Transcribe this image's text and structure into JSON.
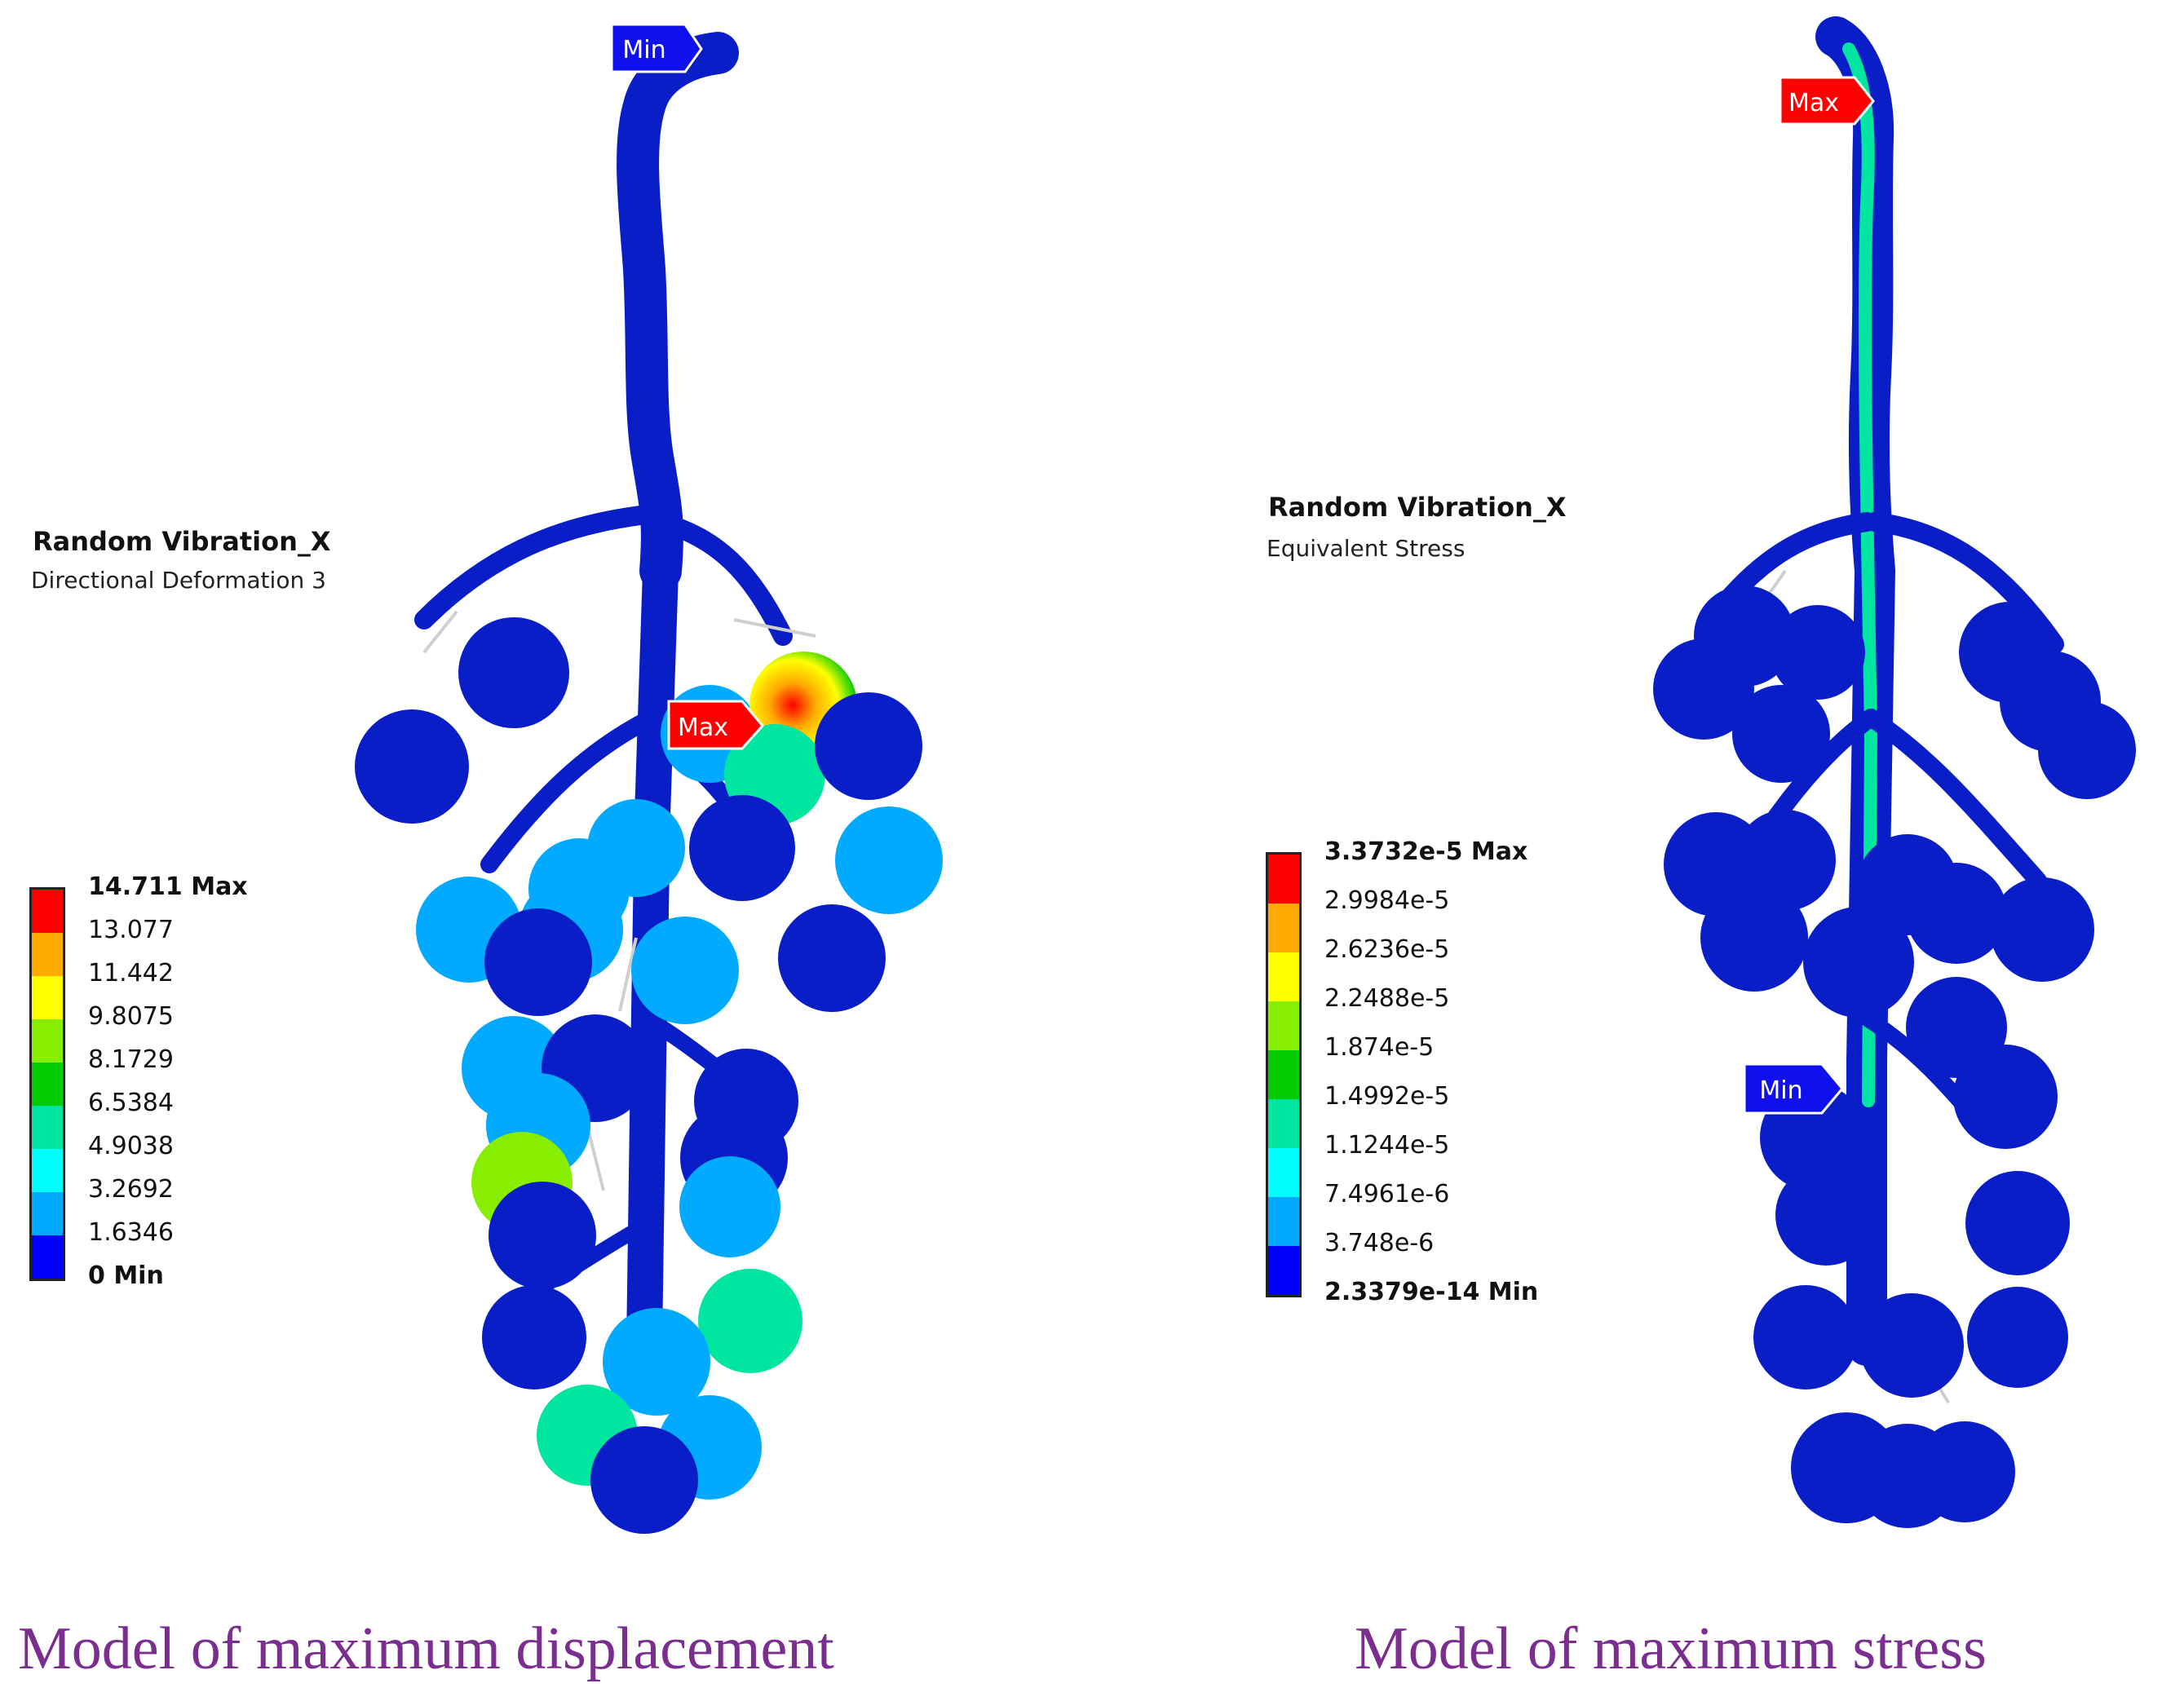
{
  "left": {
    "result_title": "Random Vibration_X",
    "result_sub": "Directional Deformation 3",
    "legend": {
      "labels": [
        "14.711 Max",
        "13.077",
        "11.442",
        "9.8075",
        "8.1729",
        "6.5384",
        "4.9038",
        "3.2692",
        "1.6346",
        "0 Min"
      ],
      "colors": [
        "#ff0000",
        "#ffaa00",
        "#ffff00",
        "#88ee00",
        "#00cc00",
        "#00e5a0",
        "#00ffff",
        "#00aaff",
        "#0000ff"
      ]
    },
    "markers": {
      "min": "Min",
      "max": "Max"
    },
    "caption": "Model of maximum displacement"
  },
  "right": {
    "result_title": "Random Vibration_X",
    "result_sub": "Equivalent Stress",
    "legend": {
      "labels": [
        "3.3732e-5 Max",
        "2.9984e-5",
        "2.6236e-5",
        "2.2488e-5",
        "1.874e-5",
        "1.4992e-5",
        "1.1244e-5",
        "7.4961e-6",
        "3.748e-6",
        "2.3379e-14 Min"
      ],
      "colors": [
        "#ff0000",
        "#ffaa00",
        "#ffff00",
        "#88ee00",
        "#00cc00",
        "#00e5a0",
        "#00ffff",
        "#00aaff",
        "#0000ff"
      ]
    },
    "markers": {
      "min": "Min",
      "max": "Max"
    },
    "caption": "Model of maximum stress"
  },
  "colors": {
    "model_blue": "#0a1ec8",
    "caption_purple": "#7b2d90",
    "marker_red": "#ff0000",
    "marker_blue": "#1010ee"
  }
}
